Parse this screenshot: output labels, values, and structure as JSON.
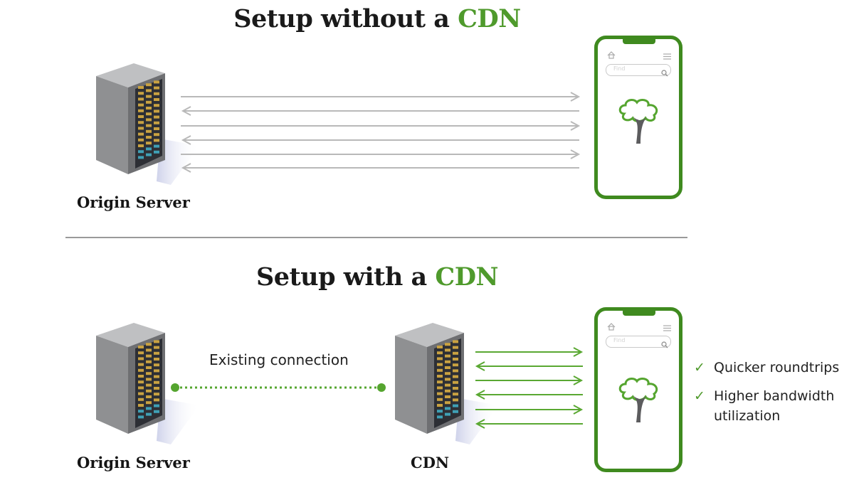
{
  "top_section": {
    "title_prefix": "Setup without a ",
    "title_accent": "CDN",
    "server_label": "Origin Server"
  },
  "bottom_section": {
    "title_prefix": "Setup with a ",
    "title_accent": "CDN",
    "origin_label": "Origin Server",
    "cdn_label": "CDN",
    "connection_label": "Existing connection",
    "benefits": [
      {
        "check": "✓",
        "text": "Quicker roundtrips"
      },
      {
        "check": "✓",
        "text": "Higher bandwidth utilization"
      }
    ]
  },
  "phone": {
    "search_placeholder": "Find"
  },
  "colors": {
    "accent_green": "#4f9a2c",
    "arrow_gray": "#b9b9b9",
    "arrow_green": "#5aa832",
    "server_body": "#9a9b9d"
  }
}
